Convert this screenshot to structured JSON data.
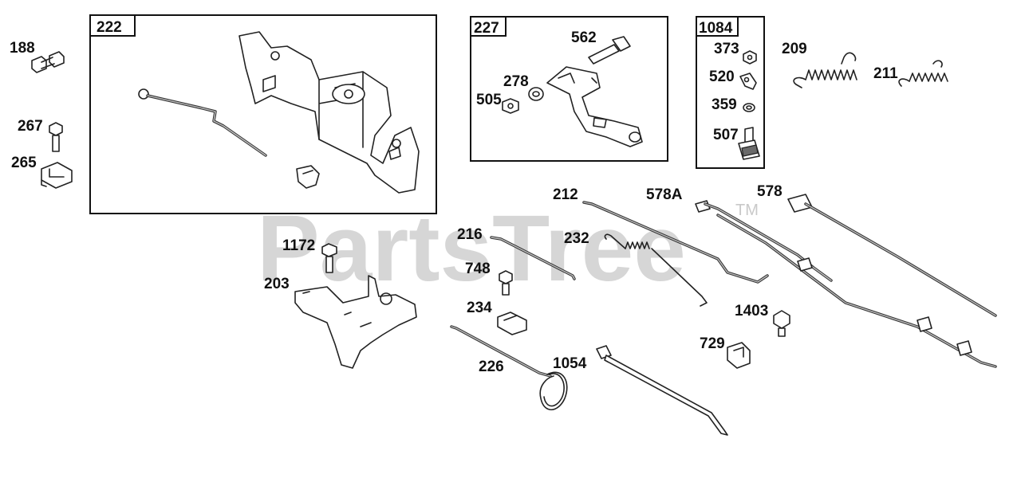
{
  "watermark": {
    "text": "PartsTree",
    "trademark": "TM"
  },
  "groups": [
    {
      "id": "222",
      "label": "222"
    },
    {
      "id": "227",
      "label": "227"
    },
    {
      "id": "1084",
      "label": "1084"
    }
  ],
  "callouts": {
    "p188": "188",
    "p267": "267",
    "p265": "265",
    "p562": "562",
    "p278": "278",
    "p505": "505",
    "p373": "373",
    "p520": "520",
    "p359": "359",
    "p507": "507",
    "p209": "209",
    "p211": "211",
    "p212": "212",
    "p578A": "578A",
    "p578": "578",
    "p1172": "1172",
    "p216": "216",
    "p232": "232",
    "p203": "203",
    "p748": "748",
    "p234": "234",
    "p1403": "1403",
    "p729": "729",
    "p226": "226",
    "p1054": "1054"
  }
}
